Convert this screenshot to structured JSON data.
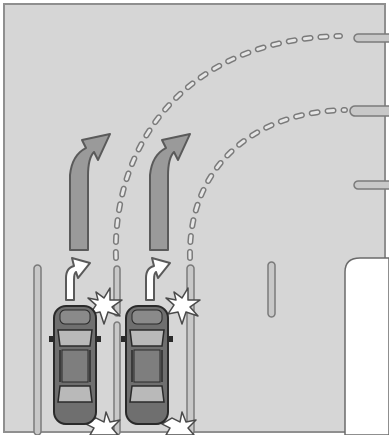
{
  "diagram": {
    "colors": {
      "road": "#d6d6d6",
      "frame": "#8f8f8f",
      "lane_mark": "#7a7a7a",
      "lane_mark_fill": "#c8c8c8",
      "path_arrow": "#9a9a9a",
      "path_arrow_outline": "#5a5a5a",
      "car_body": "#6f6f6f",
      "car_outline": "#2a2a2a",
      "impact_burst": "#ffffff",
      "sidewalk": "#ffffff"
    },
    "vehicles": [
      {
        "id": "left-car",
        "icon": "car-icon",
        "maneuver": "turn-left"
      },
      {
        "id": "right-car",
        "icon": "car-icon",
        "maneuver": "turn-left"
      }
    ],
    "icons": [
      "car-icon",
      "curved-arrow-icon",
      "short-hook-arrow-icon",
      "impact-burst-icon",
      "dashed-path-icon"
    ]
  }
}
